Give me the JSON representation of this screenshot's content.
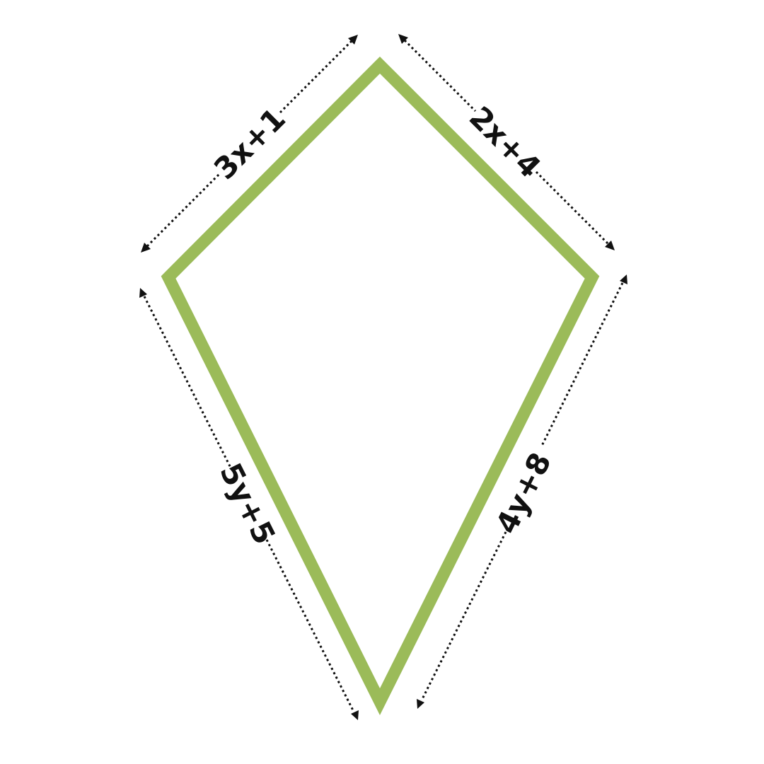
{
  "figure": {
    "shape": "kite",
    "outline_color": "#9bbb59",
    "dimension_color": "#111111",
    "sides": {
      "upper_left": "3x+1",
      "upper_right": "2x+4",
      "lower_left": "5y+5",
      "lower_right": "4y+8"
    }
  }
}
